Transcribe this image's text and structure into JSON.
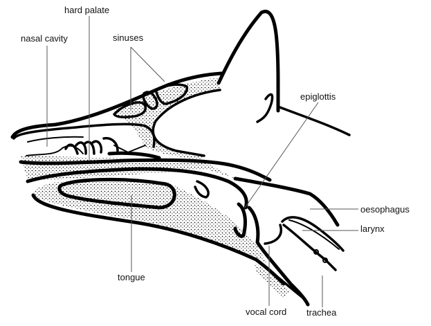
{
  "diagram": {
    "subject": "dog head cross-section",
    "colors": {
      "ink": "#000000",
      "leader": "#555555",
      "background": "#ffffff"
    },
    "labels": [
      {
        "id": "hard_palate",
        "text": "hard palate"
      },
      {
        "id": "nasal_cavity",
        "text": "nasal cavity"
      },
      {
        "id": "sinuses",
        "text": "sinuses"
      },
      {
        "id": "epiglottis",
        "text": "epiglottis"
      },
      {
        "id": "oesophagus",
        "text": "oesophagus"
      },
      {
        "id": "larynx",
        "text": "larynx"
      },
      {
        "id": "tongue",
        "text": "tongue"
      },
      {
        "id": "vocal_cord",
        "text": "vocal cord"
      },
      {
        "id": "trachea",
        "text": "trachea"
      }
    ]
  }
}
